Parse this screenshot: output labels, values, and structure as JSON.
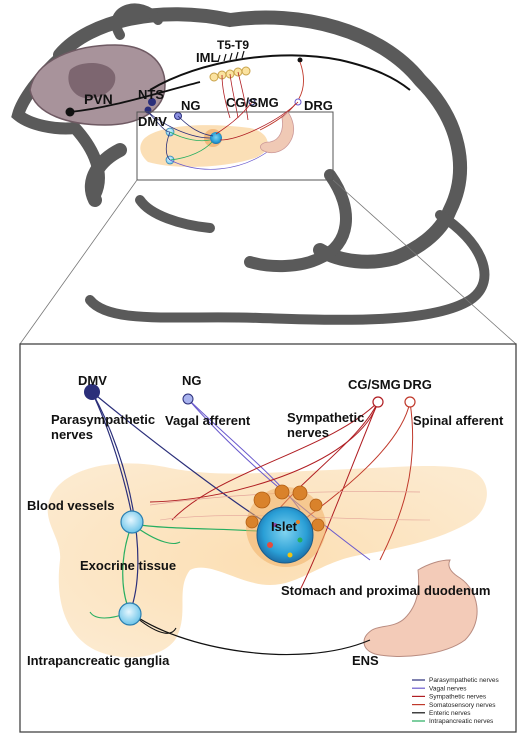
{
  "top_panel": {
    "labels": {
      "iml": "IML",
      "spinal_segments": "T5-T9",
      "pvn": "PVN",
      "nts": "NTS",
      "ng": "NG",
      "cg_smg": "CG/SMG",
      "drg": "DRG",
      "dmv": "DMV"
    }
  },
  "detail_panel": {
    "nodes": {
      "dmv": "DMV",
      "ng": "NG",
      "cg_smg": "CG/SMG",
      "drg": "DRG"
    },
    "labels": {
      "parasympathetic": "Parasympathetic\nnerves",
      "vagal_afferent": "Vagal afferent",
      "sympathetic": "Sympathetic\nnerves",
      "spinal_afferent": "Spinal afferent",
      "blood_vessels": "Blood vessels",
      "islet": "Islet",
      "exocrine": "Exocrine tissue",
      "stomach": "Stomach and proximal duodenum",
      "ganglia": "Intrapancreatic ganglia",
      "ens": "ENS"
    },
    "legend": [
      {
        "label": "Parasympathetic nerves",
        "color": "#2b2f7a"
      },
      {
        "label": "Vagal nerves",
        "color": "#6a5acd"
      },
      {
        "label": "Sympathetic nerves",
        "color": "#b01e23"
      },
      {
        "label": "Somatosensory nerves",
        "color": "#c0392b"
      },
      {
        "label": "Enteric nerves",
        "color": "#111111"
      },
      {
        "label": "Intrapancreatic nerves",
        "color": "#27ae60"
      }
    ]
  }
}
